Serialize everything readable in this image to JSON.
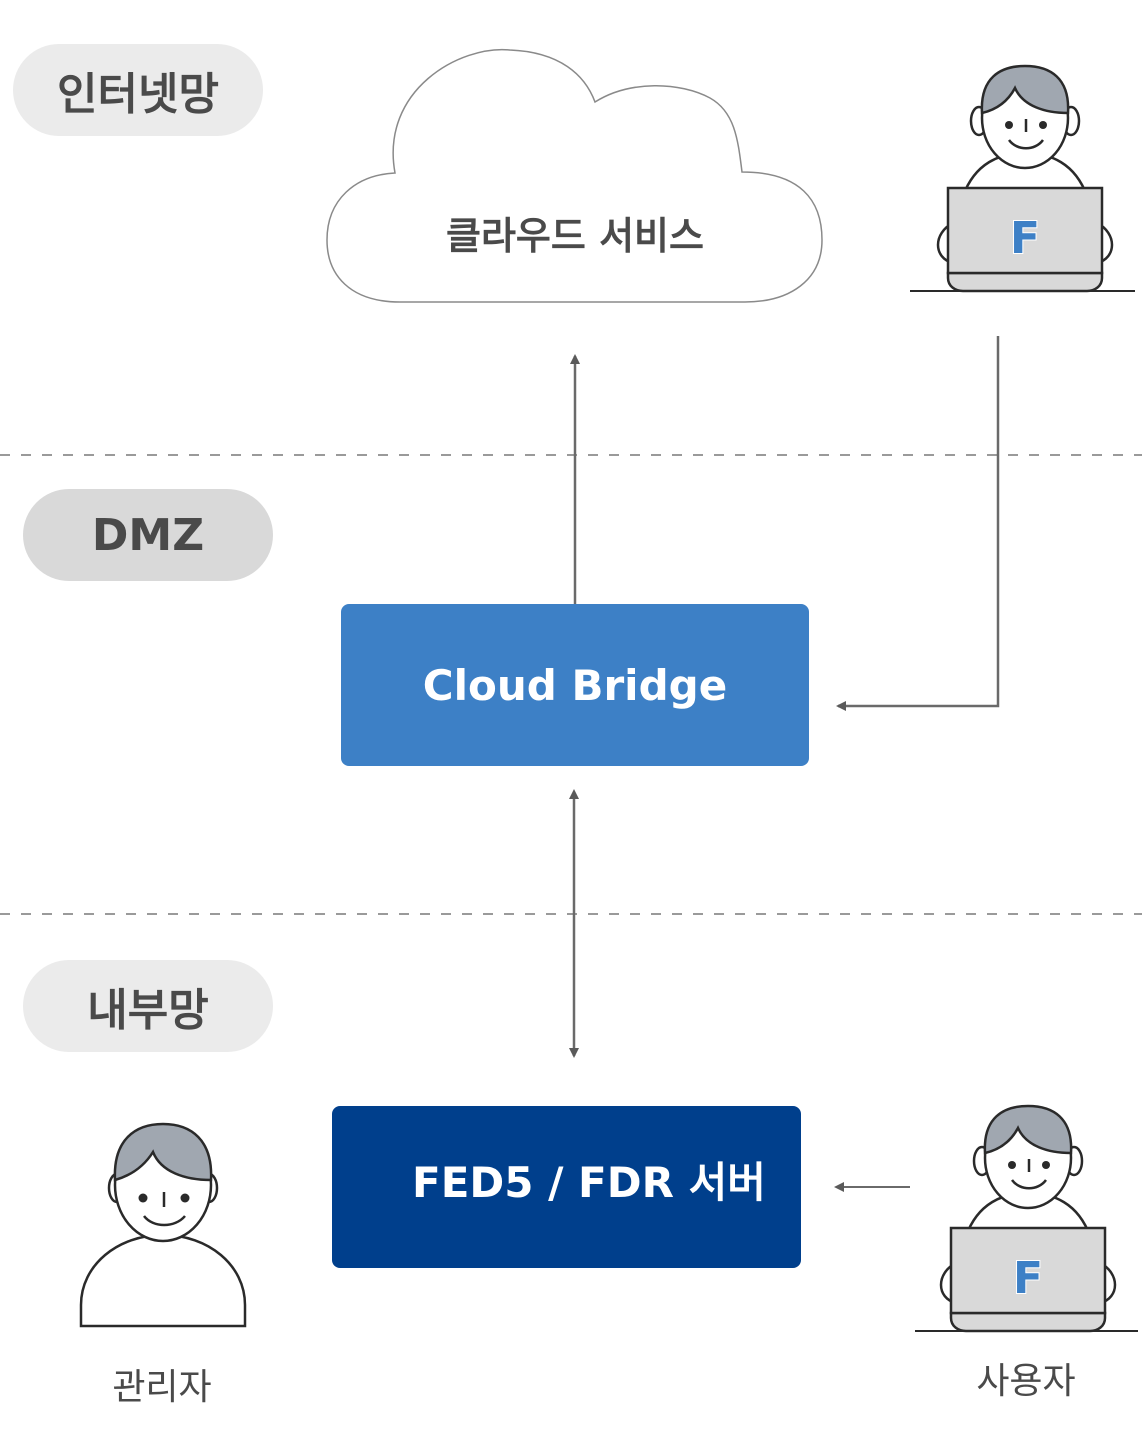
{
  "zones": {
    "internet": "인터넷망",
    "dmz": "DMZ",
    "internal": "내부망"
  },
  "nodes": {
    "cloud_service": "클라우드 서비스",
    "cloud_bridge": "Cloud Bridge",
    "server": "FED5 / FDR 서버"
  },
  "actors": {
    "admin": "관리자",
    "user": "사용자",
    "laptop_logo": "F"
  },
  "colors": {
    "cloud_bridge": "#3d80c6",
    "server": "#003f8c",
    "logo": "#3d80c6",
    "hair": "#a0a7b0",
    "laptop": "#d9d9d9",
    "arrow": "#5a5a5a",
    "zone_divider": "#9a9a9a"
  },
  "connections": [
    {
      "from": "Cloud Bridge",
      "to": "클라우드 서비스",
      "direction": "one-way"
    },
    {
      "from": "Cloud Bridge",
      "to": "FED5 / FDR 서버",
      "direction": "two-way"
    },
    {
      "from": "사용자 (인터넷망)",
      "to": "Cloud Bridge",
      "direction": "one-way"
    },
    {
      "from": "사용자 (내부망)",
      "to": "FED5 / FDR 서버",
      "direction": "one-way"
    }
  ]
}
